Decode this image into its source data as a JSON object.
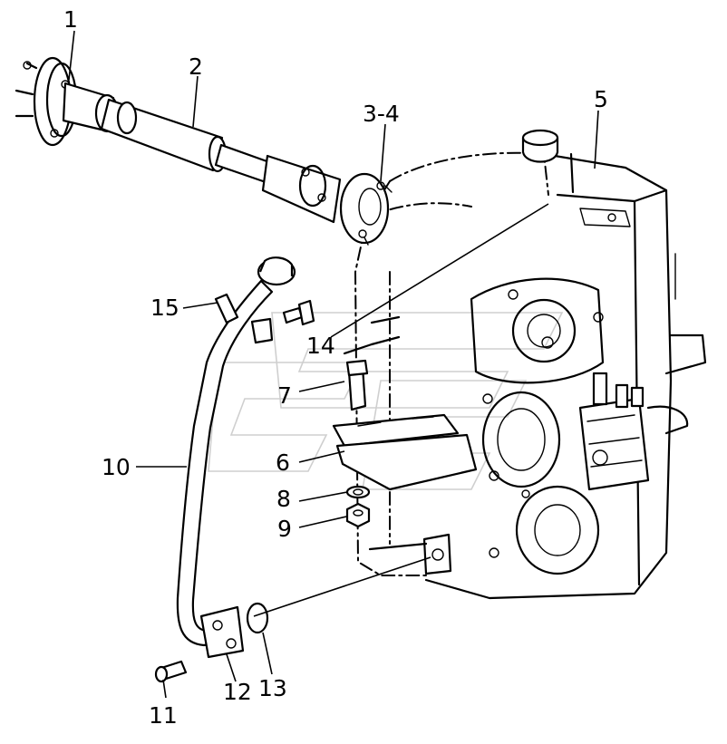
{
  "callouts": {
    "c1": "1",
    "c2": "2",
    "c3_4": "3-4",
    "c5": "5",
    "c6": "6",
    "c7": "7",
    "c8": "8",
    "c9": "9",
    "c10": "10",
    "c11": "11",
    "c12": "12",
    "c13": "13",
    "c14": "14",
    "c15": "15"
  }
}
